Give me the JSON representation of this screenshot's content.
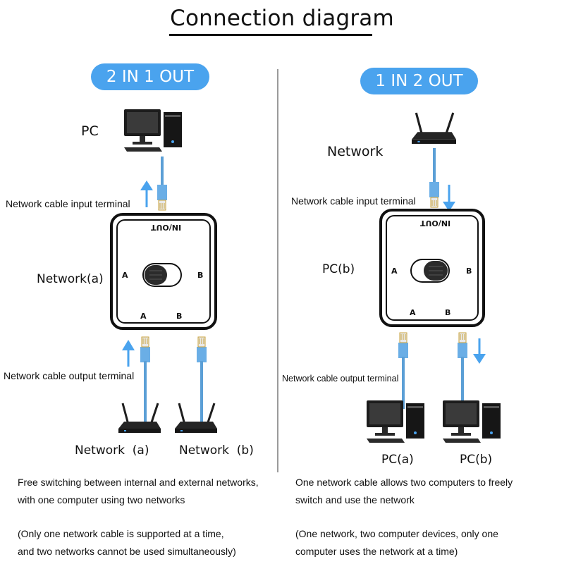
{
  "title": "Connection diagram",
  "left": {
    "mode": "2 IN 1 OUT",
    "pc_label": "PC",
    "input_label": "Network cable input terminal",
    "output_label": "Network cable output terminal",
    "device_side_label": "Network(a)",
    "network_a": "Network  (a)",
    "network_b": "Network  (b)",
    "desc_line1": "Free switching between internal and external networks,",
    "desc_line2": "with one computer using two networks",
    "note_line1": "(Only one network cable is supported at a time,",
    "note_line2": "and two networks cannot be used simultaneously)"
  },
  "right": {
    "mode": "1  IN  2 OUT",
    "network_label": "Network",
    "input_label": "Network cable input terminal",
    "output_label": "Network cable output terminal",
    "device_side_label": "PC(b)",
    "pc_a": "PC(a)",
    "pc_b": "PC(b)",
    "desc_line1": "One network cable allows two computers to freely",
    "desc_line2": "switch and use the network",
    "note_line1": "(One network, two computer devices, only one",
    "note_line2": "computer uses the network at a time)"
  },
  "device": {
    "top_label": "IN/OUT",
    "port_a": "A",
    "port_b": "B"
  },
  "colors": {
    "accent": "#4aa3ee",
    "cable": "#5b9fd6",
    "arrow": "#4aa3ee",
    "device": "#111111"
  }
}
